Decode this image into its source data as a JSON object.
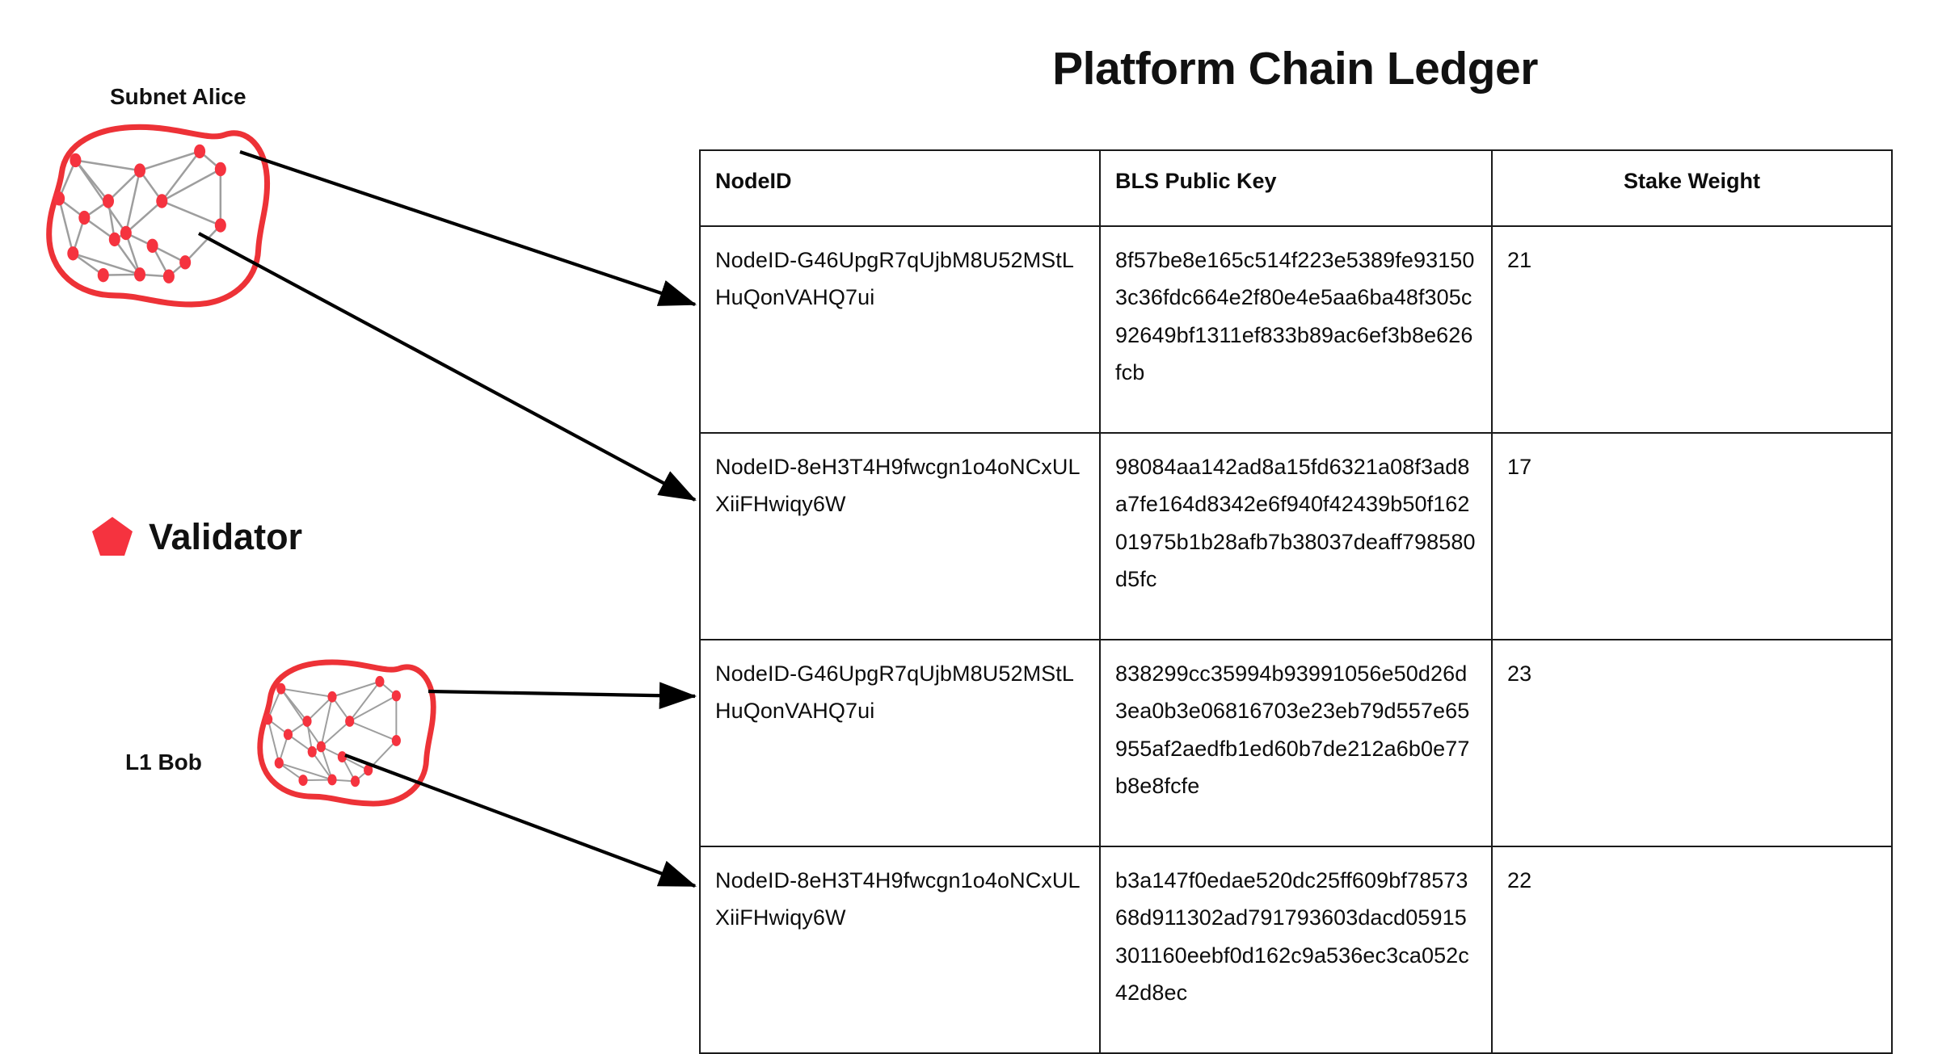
{
  "title": "Platform Chain Ledger",
  "diagram": {
    "subnet_label": "Subnet Alice",
    "l1_label": "L1 Bob",
    "legend": {
      "marker_icon": "pentagon-icon",
      "label": "Validator",
      "color": "#F5333F"
    },
    "node_color": "#F5333F",
    "blob_outline_color": "#ED3237",
    "edge_color": "#9e9e9e",
    "arrow_color": "#000000"
  },
  "table": {
    "columns": [
      "NodeID",
      "BLS Public Key",
      "Stake Weight"
    ],
    "rows": [
      {
        "node_id": "NodeID-G46UpgR7qUjbM8U52MStLHuQonVAHQ7ui",
        "bls_public_key": "8f57be8e165c514f223e5389fe931503c36fdc664e2f80e4e5aa6ba48f305c92649bf1311ef833b89ac6ef3b8e626fcb",
        "stake_weight": "21"
      },
      {
        "node_id": "NodeID-8eH3T4H9fwcgn1o4oNCxULXiiFHwiqy6W",
        "bls_public_key": "98084aa142ad8a15fd6321a08f3ad8a7fe164d8342e6f940f42439b50f16201975b1b28afb7b38037deaff798580d5fc",
        "stake_weight": "17"
      },
      {
        "node_id": "NodeID-G46UpgR7qUjbM8U52MStLHuQonVAHQ7ui",
        "bls_public_key": "838299cc35994b93991056e50d26d3ea0b3e06816703e23eb79d557e65955af2aedfb1ed60b7de212a6b0e77b8e8fcfe",
        "stake_weight": "23"
      },
      {
        "node_id": "NodeID-8eH3T4H9fwcgn1o4oNCxULXiiFHwiqy6W",
        "bls_public_key": "b3a147f0edae520dc25ff609bf7857368d911302ad791793603dacd05915301160eebf0d162c9a536ec3ca052c42d8ec",
        "stake_weight": "22"
      }
    ]
  }
}
